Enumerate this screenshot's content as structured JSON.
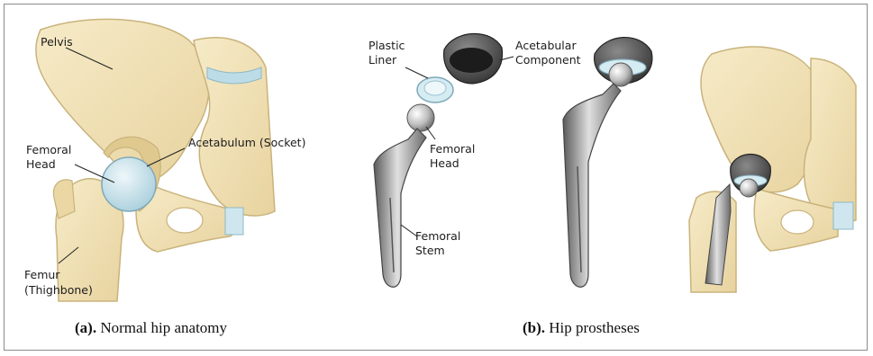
{
  "panel_a": {
    "labels": {
      "pelvis": "Pelvis",
      "femoral_head_1": "Femoral",
      "femoral_head_2": "Head",
      "acetabulum": "Acetabulum (Socket)",
      "femur_1": "Femur",
      "femur_2": "(Thighbone)"
    },
    "caption_prefix": "(a).",
    "caption_text": " Normal hip anatomy"
  },
  "panel_b": {
    "labels": {
      "plastic_liner_1": "Plastic",
      "plastic_liner_2": "Liner",
      "acetabular_component_1": "Acetabular",
      "acetabular_component_2": "Component",
      "femoral_head_1": "Femoral",
      "femoral_head_2": "Head",
      "femoral_stem_1": "Femoral",
      "femoral_stem_2": "Stem"
    },
    "caption_prefix": "(b).",
    "caption_text": " Hip prostheses"
  },
  "colors": {
    "bone": "#f2e4bc",
    "bone_outline": "#c9b37c",
    "cartilage": "#cfe6ee",
    "metal_dark": "#4a4a4a",
    "metal_light": "#cfcfcf"
  }
}
